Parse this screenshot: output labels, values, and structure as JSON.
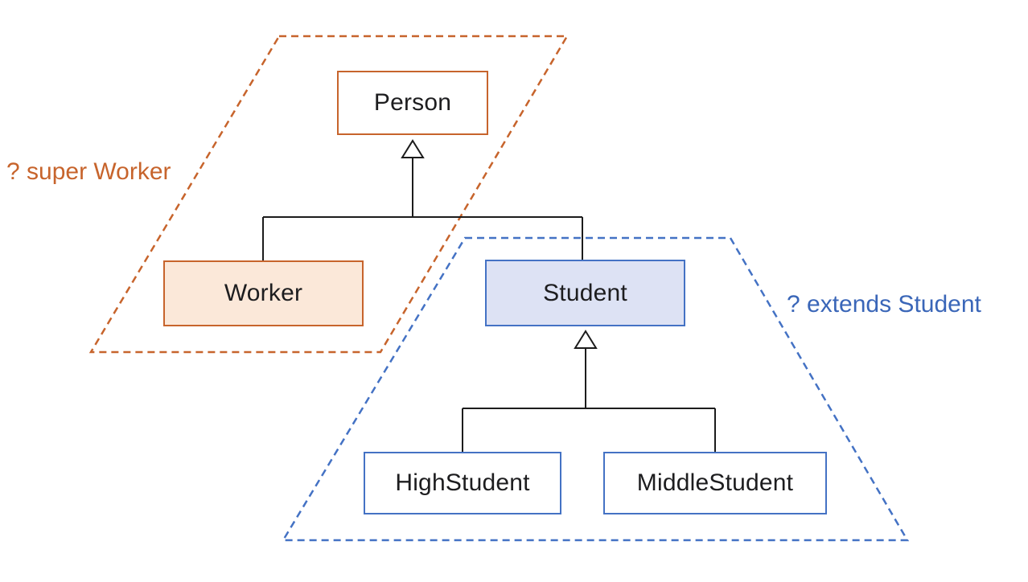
{
  "diagram": {
    "type": "uml-class-inheritance",
    "nodes": {
      "person": {
        "label": "Person",
        "border_color": "#c7642c",
        "fill": "#ffffff"
      },
      "worker": {
        "label": "Worker",
        "border_color": "#c7642c",
        "fill": "#fbe8d9"
      },
      "student": {
        "label": "Student",
        "border_color": "#4472c4",
        "fill": "#dde2f4"
      },
      "high_student": {
        "label": "HighStudent",
        "border_color": "#4472c4",
        "fill": "#ffffff"
      },
      "middle_student": {
        "label": "MiddleStudent",
        "border_color": "#4472c4",
        "fill": "#ffffff"
      }
    },
    "edges": [
      {
        "from": "Worker",
        "to": "Person",
        "type": "inheritance"
      },
      {
        "from": "Student",
        "to": "Person",
        "type": "inheritance"
      },
      {
        "from": "HighStudent",
        "to": "Student",
        "type": "inheritance"
      },
      {
        "from": "MiddleStudent",
        "to": "Student",
        "type": "inheritance"
      }
    ],
    "groups": [
      {
        "id": "super_worker_group",
        "label": "? super Worker",
        "shape": "dashed-parallelogram",
        "color": "#c7642c",
        "contains": [
          "Person",
          "Worker"
        ]
      },
      {
        "id": "extends_student_group",
        "label": "? extends Student",
        "shape": "dashed-trapezoid",
        "color": "#3a66b8",
        "contains": [
          "Student",
          "HighStudent",
          "MiddleStudent"
        ]
      }
    ],
    "colors": {
      "orange_accent": "#c7642c",
      "orange_fill": "#fbe8d9",
      "blue_accent": "#4472c4",
      "blue_fill": "#dde2f4",
      "blue_label": "#3a66b8",
      "connector": "#1c1c1c",
      "background": "#ffffff"
    }
  }
}
